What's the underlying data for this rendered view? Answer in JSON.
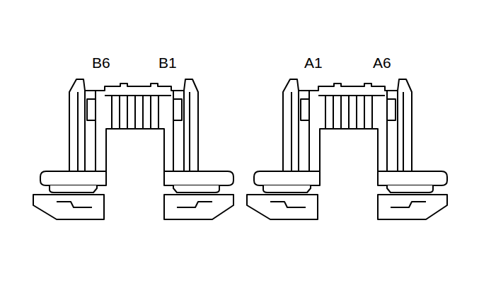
{
  "diagram": {
    "labels": [
      "B6",
      "B1",
      "A1",
      "A6"
    ]
  }
}
